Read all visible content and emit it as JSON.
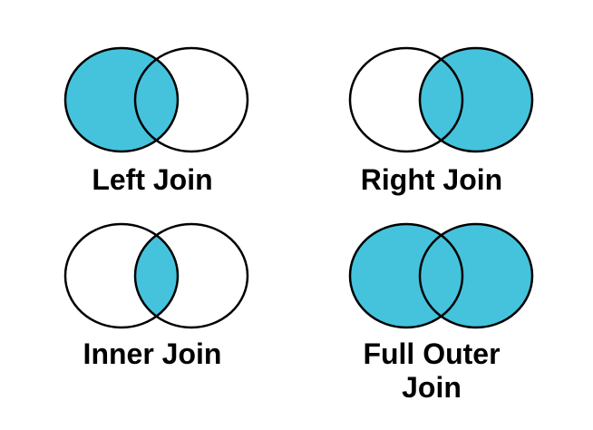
{
  "page": {
    "background": "#ffffff",
    "description": "Four Venn diagrams illustrating SQL join types"
  },
  "colors": {
    "shaded": "#45C3DC",
    "unshaded": "#ffffff",
    "outline": "#000000",
    "label_text": "#000000"
  },
  "diagrams": [
    {
      "id": "left-join",
      "label": "Left Join",
      "regions": {
        "left_circle": true,
        "intersection": true,
        "right_circle": false
      }
    },
    {
      "id": "right-join",
      "label": "Right Join",
      "regions": {
        "left_circle": false,
        "intersection": true,
        "right_circle": true
      }
    },
    {
      "id": "inner-join",
      "label": "Inner Join",
      "regions": {
        "left_circle": false,
        "intersection": true,
        "right_circle": false
      }
    },
    {
      "id": "full-outer-join",
      "label": "Full Outer Join",
      "regions": {
        "left_circle": true,
        "intersection": true,
        "right_circle": true
      }
    }
  ]
}
